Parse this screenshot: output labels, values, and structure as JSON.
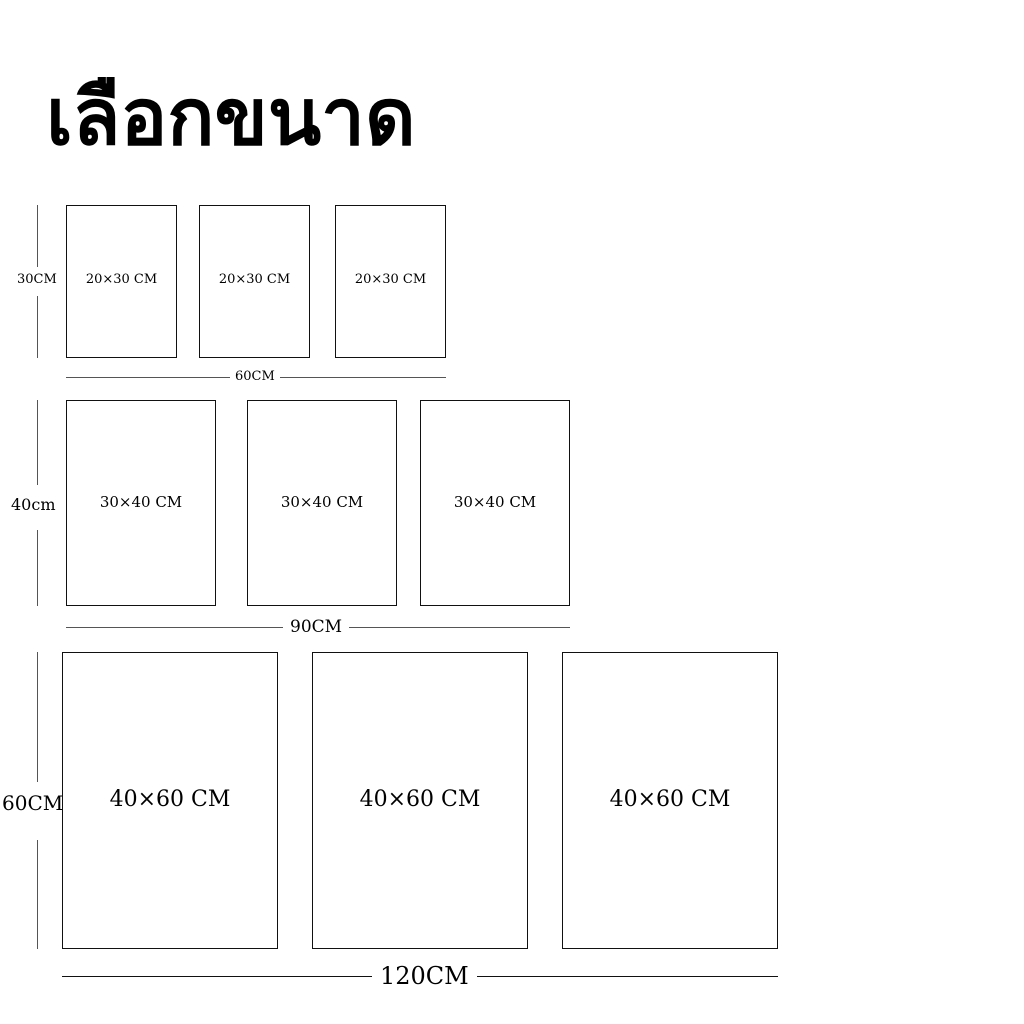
{
  "title": "เลือกขนาด",
  "rows": [
    {
      "height_label": "30CM",
      "width_label": "60CM",
      "frames": [
        "20×30 CM",
        "20×30 CM",
        "20×30 CM"
      ]
    },
    {
      "height_label": "40cm",
      "width_label": "90CM",
      "frames": [
        "30×40 CM",
        "30×40 CM",
        "30×40 CM"
      ]
    },
    {
      "height_label": "60CM",
      "width_label": "120CM",
      "frames": [
        "40×60 CM",
        "40×60 CM",
        "40×60 CM"
      ]
    }
  ]
}
